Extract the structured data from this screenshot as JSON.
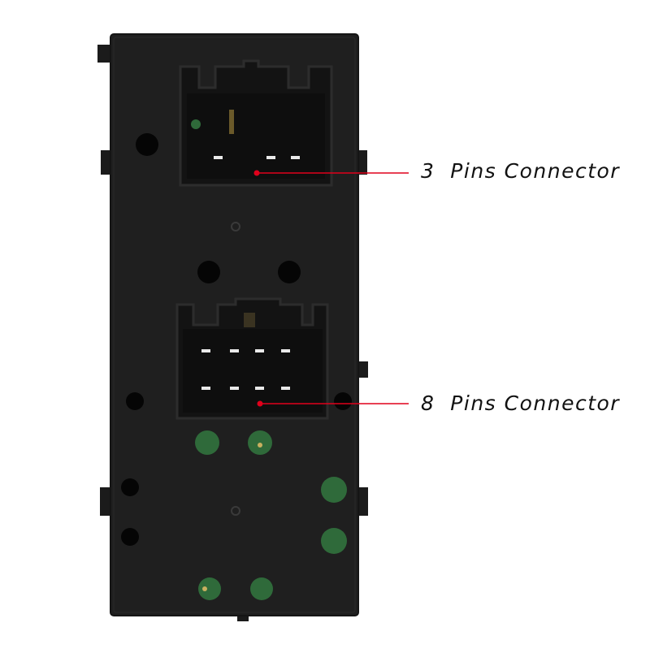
{
  "callouts": [
    {
      "label": "3  Pins Connector"
    },
    {
      "label": "8  Pins Connector"
    }
  ],
  "colors": {
    "background": "#ffffff",
    "housing": "#1f1f1f",
    "recess": "#121212",
    "pcb_green": "#2f6a3a",
    "pin_white": "#e9e9e9",
    "marker_red": "#e0001b"
  },
  "pin_counts": {
    "top_connector": 3,
    "bottom_connector": 8
  }
}
